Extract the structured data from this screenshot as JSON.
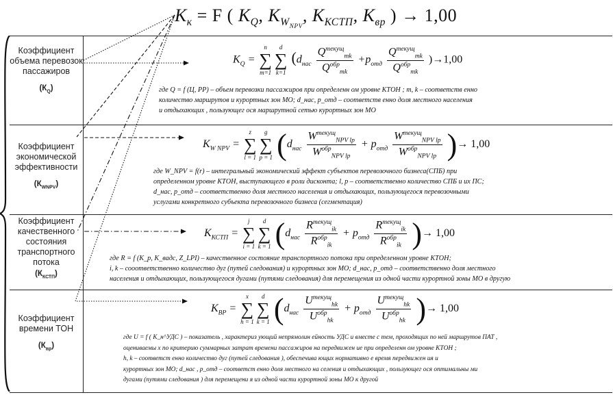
{
  "main_formula": {
    "lhs": "К",
    "lhs_sub": "к",
    "eq": "= F (",
    "arg1": "К",
    "arg1_sub": "Q",
    "arg2": "К",
    "arg2_sub": "W",
    "arg2_subsub": "NPV",
    "arg3": "К",
    "arg3_sub": "КСТП",
    "arg4": "К",
    "arg4_sub": "вр",
    "tail": ") → 1,00"
  },
  "rows": [
    {
      "label": "Коэффициент объема перевозок пассажиров",
      "symbol": "(К",
      "symbol_sub": "Q",
      "symbol_end": ")",
      "formula": {
        "lhs": "К",
        "lhs_sub": "Q",
        "sum1_top": "n",
        "sum1_bot": "m=1",
        "sum2_top": "d",
        "sum2_bot": "k=1",
        "a": "d",
        "a_sub": "нас",
        "num1": "Q",
        "num1_sub": "mk",
        "num1_sup": "текущ",
        "den1": "Q",
        "den1_sub": "mk",
        "den1_sup": "обр",
        "plus": "+p",
        "p_sub": "отд",
        "num2": "Q",
        "num2_sub": "mk",
        "num2_sup": "текущ",
        "den2": "Q",
        "den2_sub": "mk",
        "den2_sup": "обр",
        "tail": ")→1,00"
      },
      "notes": [
        "где Q = f (Ц, PP) – объем перевозки пассажиров при определенн ом уровне КТОН ; m, k – соответств енно",
        "количество маршрутов и курортных зон МО; d_нас, p_отд – соответств енно доля местного населения",
        "и отдыхающих , пользующег ося маршрутной сетью курортных зон МО"
      ]
    },
    {
      "label": "Коэффициент экономической эффективности",
      "symbol": "(К",
      "symbol_sub": "WNPV",
      "symbol_end": ")",
      "formula": {
        "lhs": "К",
        "lhs_sub": "W NPV",
        "sum1_top": "z",
        "sum1_bot": "l = 1",
        "sum2_top": "g",
        "sum2_bot": "p = 1",
        "a": "d",
        "a_sub": "нас",
        "num1": "W",
        "num1_sub": "NPV lp",
        "num1_sup": "текущ",
        "den1": "W",
        "den1_sub": "NPV lp",
        "den1_sup": "обр",
        "plus": "+ p",
        "p_sub": "отд",
        "num2": "W",
        "num2_sub": "NPV lp",
        "num2_sup": "текущ",
        "den2": "W",
        "den2_sub": "NPV lp",
        "den2_sup": "обр",
        "tail": "→ 1,00"
      },
      "notes": [
        "где W_NPV = f(r) – интегральный экономический эффект субъектов перевозочного бизнеса(СПБ) при",
        "определенном уровне КТОН, выступающего в роли дисконта; l, p – соответственно количество СПБ и их ПС;",
        "d_нас, p_отд – соответственно доля местного населения и отдыхающих, пользующегося перевозочными",
        "услугами конкретного субъекта перевозочного бизнеса (сегментация)"
      ]
    },
    {
      "label": "Коэффициент качественного состояния транспортного потока",
      "symbol": "(К",
      "symbol_sub": "КСТП",
      "symbol_end": ")",
      "formula": {
        "lhs": "К",
        "lhs_sub": "КСТП",
        "sum1_top": "j",
        "sum1_bot": "i = 1",
        "sum2_top": "d",
        "sum2_bot": "k = 1",
        "a": "d",
        "a_sub": "нас",
        "num1": "R",
        "num1_sub": "ik",
        "num1_sup": "текущ",
        "den1": "R",
        "den1_sub": "ik",
        "den1_sup": "обр",
        "plus": "+ p",
        "p_sub": "отд",
        "num2": "R",
        "num2_sub": "ik",
        "num2_sup": "текущ",
        "den2": "R",
        "den2_sub": "ik",
        "den2_sup": "обр",
        "tail": "→ 1,00"
      },
      "notes": [
        "где R = f (K_р, K_вадс, Z_LPI) – качественное состояние транспортного потока при определенном уровне КТОН;",
        "i, k – сооответственно количество дуг (путей следования) и курортных зон МО; d_нас, p_отд – соответственно доля местного",
        "населения и отдыхающих, пользующегося дугами (путями следования) для перемещения из одной части курортной зоны МО в другую"
      ]
    },
    {
      "label": "Коэффициент времени ТОН",
      "symbol": "(К",
      "symbol_sub": "вр",
      "symbol_end": ")",
      "formula": {
        "lhs": "К",
        "lhs_sub": "ВР",
        "sum1_top": "x",
        "sum1_bot": "h = 1",
        "sum2_top": "d",
        "sum2_bot": "k = 1",
        "a": "d",
        "a_sub": "нас",
        "num1": "U",
        "num1_sub": "hk",
        "num1_sup": "текущ",
        "den1": "U",
        "den1_sub": "hk",
        "den1_sup": "обр",
        "plus": "+ p",
        "p_sub": "отд",
        "num2": "U",
        "num2_sub": "hk",
        "num2_sup": "текущ",
        "den2": "U",
        "den2_sub": "hk",
        "den2_sup": "обр",
        "tail": "→ 1,00"
      },
      "notes": [
        "где U = f ( K_н^УДС ) – показатель , характериз ующий непрямолин ейность УДС и вместе с тем, проходящих по ней маршрутов ПАТ ,",
        "оцениваемы х по критерию суммарных затрат времени пассажиров на передвижен ие при определенн ом уровне КТОН ;",
        "h, k – соответст енно количество дуг (путей следования ), обеспечива ющих нормативно е время передвижен ия и",
        "курортных зон МО; d_нас , p_отд – соответст енно доля местного на селения и отдыхающих , пользующег ося оптимальны ми",
        "дугами (путями следования ) для перемещени я из одной части курортной зоны МО к другой"
      ]
    }
  ]
}
